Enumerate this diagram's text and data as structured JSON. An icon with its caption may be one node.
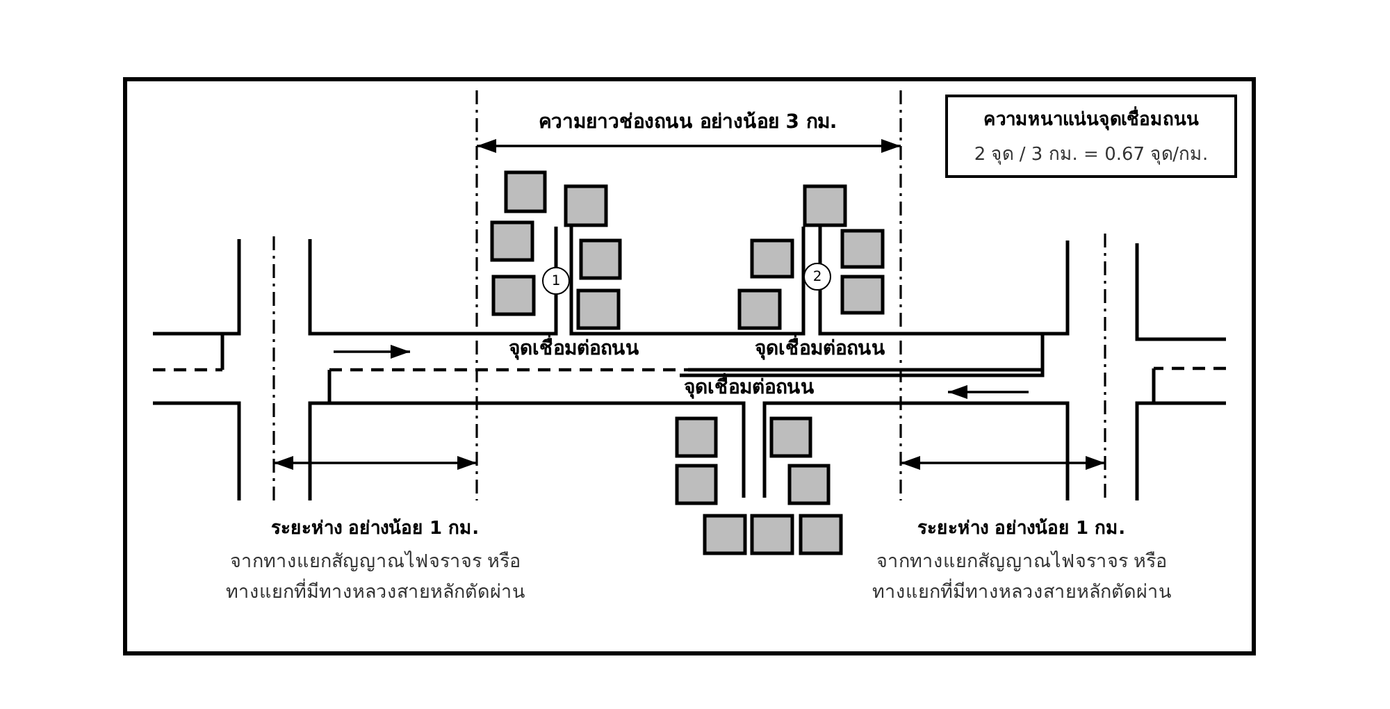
{
  "diagram": {
    "nodes": [
      {
        "text": [
          "ความหนาแน่นจุดเชื่อมถนน",
          "2 จุด / 3 กม. = 0.67 จุด/กม."
        ]
      },
      {
        "text": [
          "1"
        ]
      },
      {
        "text": [
          "2"
        ]
      }
    ],
    "labels": [
      "ความยาวช่องถนน อย่างน้อย 3 กม.",
      "จุดเชื่อมต่อถนน",
      "จุดเชื่อมต่อถนน",
      "จุดเชื่อมต่อถนน",
      "ระยะห่าง อย่างน้อย 1 กม.",
      "จากทางแยกสัญญาณไฟจราจร หรือ ทางแยกที่มีทางหลวงสายหลักตัดผ่าน",
      "ระยะห่าง อย่างน้อย 1 กม.",
      "จากทางแยกสัญญาณไฟจราจร หรือ ทางแยกที่มีทางหลวงสายหลักตัดผ่าน"
    ]
  }
}
